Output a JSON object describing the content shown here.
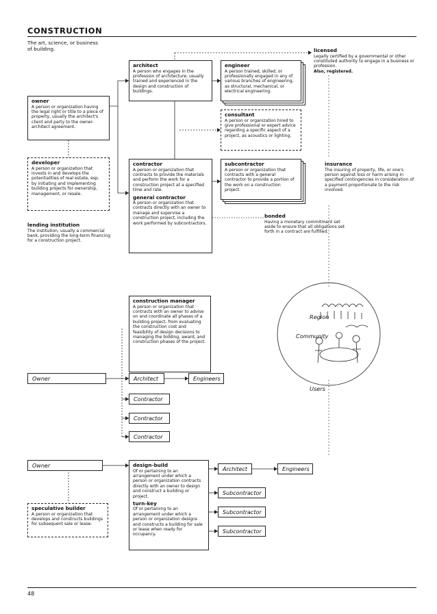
{
  "header": {
    "title": "CONSTRUCTION",
    "subtitle": "The art, science, or business of building."
  },
  "terms": {
    "architect": {
      "term": "architect",
      "def": "A person who engages in the profession of architecture, usually trained and experienced in the design and construction of buildings."
    },
    "engineer": {
      "term": "engineer",
      "def": "A person trained, skilled, or professionally engaged in any of various branches of engineering, as structural, mechanical, or electrical engineering."
    },
    "licensed": {
      "term": "licensed",
      "def": "Legally certified by a governmental or other constituted authority to engage in a business or profession.",
      "also": "Also, registered."
    },
    "owner": {
      "term": "owner",
      "def": "A person or organization having the legal right or title to a piece of property, usually the architect's client and party to the owner-architect agreement."
    },
    "consultant": {
      "term": "consultant",
      "def": "A person or organization hired to give professional or expert advice regarding a specific aspect of a project, as acoustics or lighting."
    },
    "developer": {
      "term": "developer",
      "def": "A person or organization that invests in and develops the potentialities of real estate, esp. by initiating and implementing building projects for ownership, management, or resale."
    },
    "contractor": {
      "term": "contractor",
      "def": "A person or organization that contracts to provide the materials and perform the work for a construction project at a specified time and rate."
    },
    "general_contractor": {
      "term": "general contractor",
      "def": "A person or organization that contracts directly with an owner to manage and supervise a construction project, including the work performed by subcontractors."
    },
    "subcontractor": {
      "term": "subcontractor",
      "def": "A person or organization that contracts with a general contractor to provide a portion of the work on a construction project."
    },
    "insurance": {
      "term": "insurance",
      "def": "The insuring of property, life, or one's person against loss or harm arising in specified contingencies in consideration of a payment proportionate to the risk involved."
    },
    "lending_institution": {
      "term": "lending institution",
      "def": "The institution, usually a commercial bank, providing the long-term financing for a construction project."
    },
    "bonded": {
      "term": "bonded",
      "def": "Having a monetary commitment set aside to ensure that all obligations set forth in a contract are fulfilled."
    },
    "construction_manager": {
      "term": "construction manager",
      "def": "A person or organization that contracts with an owner to advise on and coordinate all phases of a building project, from evaluating the construction cost and feasibility of design decisions to managing the bidding, award, and construction phases of the project."
    },
    "design_build": {
      "term": "design-build",
      "def": "Of or pertaining to an arrangement under which a person or organization contracts directly with an owner to design and construct a building or project."
    },
    "turn_key": {
      "term": "turn-key",
      "def": "Of or pertaining to an arrangement under which a person or organization designs and constructs a building for sale or lease when ready for occupancy."
    },
    "speculative_builder": {
      "term": "speculative builder",
      "def": "A person or organization that develops and constructs buildings for subsequent sale or lease."
    }
  },
  "cm_diagram": {
    "owner": "Owner",
    "architect": "Architect",
    "engineers": "Engineers",
    "contractors": [
      "Contractor",
      "Contractor",
      "Contractor"
    ]
  },
  "db_diagram": {
    "owner": "Owner",
    "architect": "Architect",
    "engineers": "Engineers",
    "subcontractors": [
      "Subcontractor",
      "Subcontractor",
      "Subcontractor"
    ]
  },
  "illustration": {
    "region": "Region",
    "community": "Community",
    "users": "Users"
  },
  "footer": {
    "page_number": "48"
  }
}
